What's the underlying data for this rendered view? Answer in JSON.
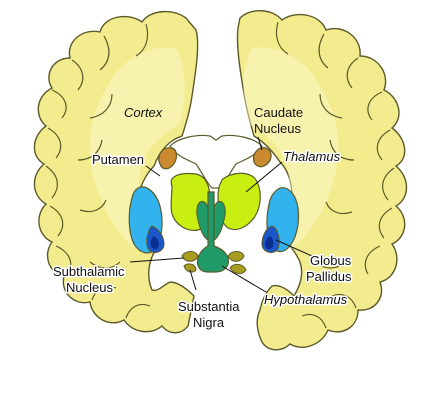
{
  "colors": {
    "cortex": "#f3ec8f",
    "cortex_outline": "#5c5a28",
    "white_matter": "#fffbd8",
    "putamen": "#33b3ee",
    "globus_pallidus_inner": "#1b57c9",
    "globus_pallidus_core": "#0b2f8f",
    "thalamus": "#c9ee11",
    "caudate": "#c98a30",
    "ventricle": "#ffffff",
    "hypothalamus": "#1f9a68",
    "subthalamic": "#a89d20",
    "leader_line": "#111111"
  },
  "labels": {
    "cortex": "Cortex",
    "caudate_line1": "Caudate",
    "caudate_line2": "Nucleus",
    "thalamus": "Thalamus",
    "putamen": "Putamen",
    "globus_line1": "Globus",
    "globus_line2": "Pallidus",
    "subthalamic_line1": "Subthalamic",
    "subthalamic_line2": "Nucleus",
    "substantia_line1": "Substantia",
    "substantia_line2": "Nigra",
    "hypothalamus": "Hypothalamus"
  }
}
